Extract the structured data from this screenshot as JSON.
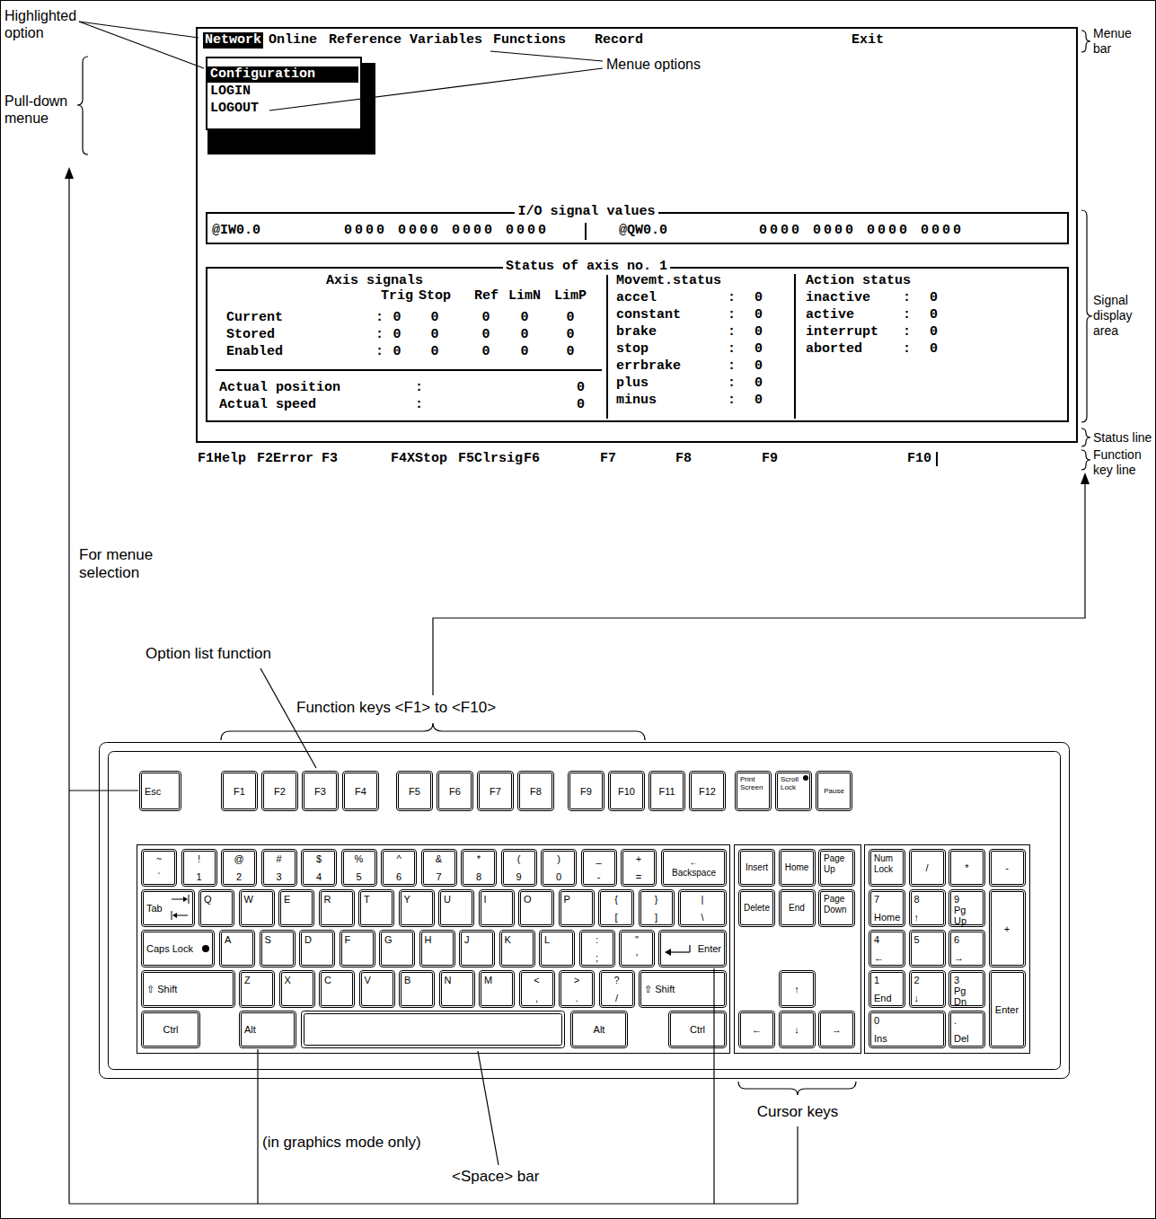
{
  "diagram": {
    "nodes": [
      {
        "text": [
          "Network",
          "Online",
          "Reference",
          "Variables",
          "Functions",
          "Record",
          "Exit"
        ]
      },
      {
        "text": [
          "Configuration",
          "LOGIN",
          "LOGOUT"
        ],
        "in": 0
      },
      {
        "text": [
          "I/O signal values",
          "@IW0.0",
          "0000 0000 0000 0000",
          "@QW0.0",
          "0000 0000 0000 0000"
        ],
        "in": 0
      },
      {
        "text": [
          "Status of axis no. 1",
          "Axis signals",
          "Trig",
          "Stop",
          "Ref",
          "LimN",
          "LimP",
          "Current",
          ":",
          "0",
          "0",
          "0",
          "0",
          "0",
          "Stored",
          ":",
          "0",
          "0",
          "0",
          "0",
          "0",
          "Enabled",
          ":",
          "0",
          "0",
          "0",
          "0",
          "0",
          "Actual position",
          ":",
          "0",
          "Actual speed",
          ":",
          "0",
          "Movemt.status",
          "accel",
          ":",
          "0",
          "constant",
          ":",
          "0",
          "brake",
          ":",
          "0",
          "stop",
          ":",
          "0",
          "errbrake",
          ":",
          "0",
          "plus",
          ":",
          "0",
          "minus",
          ":",
          "0",
          "Action status",
          "inactive",
          ":",
          "0",
          "active",
          ":",
          "0",
          "interrupt",
          ":",
          "0",
          "aborted",
          ":",
          "0"
        ],
        "in": 0
      },
      {
        "text": [
          "Esc"
        ]
      },
      {
        "text": [
          "F1"
        ]
      },
      {
        "text": [
          "F2"
        ]
      },
      {
        "text": [
          "F3"
        ]
      },
      {
        "text": [
          "F4"
        ]
      },
      {
        "text": [
          "F5"
        ]
      },
      {
        "text": [
          "F6"
        ]
      },
      {
        "text": [
          "F7"
        ]
      },
      {
        "text": [
          "F8"
        ]
      },
      {
        "text": [
          "F9"
        ]
      },
      {
        "text": [
          "F10"
        ]
      },
      {
        "text": [
          "F11"
        ]
      },
      {
        "text": [
          "F12"
        ]
      },
      {
        "text": [
          "Print Screen"
        ]
      },
      {
        "text": [
          "Scroll Lock"
        ]
      },
      {
        "text": [
          "Pause"
        ]
      },
      {
        "text": [
          "~",
          "`"
        ]
      },
      {
        "text": [
          "!",
          "1"
        ]
      },
      {
        "text": [
          "@",
          "2"
        ]
      },
      {
        "text": [
          "#",
          "3"
        ]
      },
      {
        "text": [
          "$",
          "4"
        ]
      },
      {
        "text": [
          "%",
          "5"
        ]
      },
      {
        "text": [
          "^",
          "6"
        ]
      },
      {
        "text": [
          "&",
          "7"
        ]
      },
      {
        "text": [
          "*",
          "8"
        ]
      },
      {
        "text": [
          "(",
          "9"
        ]
      },
      {
        "text": [
          ")",
          "0"
        ]
      },
      {
        "text": [
          "_",
          "-"
        ]
      },
      {
        "text": [
          "+",
          "="
        ]
      },
      {
        "text": [
          "← Backspace"
        ]
      },
      {
        "text": [
          "Insert"
        ]
      },
      {
        "text": [
          "Home"
        ]
      },
      {
        "text": [
          "Page Up"
        ]
      },
      {
        "text": [
          "Num Lock"
        ]
      },
      {
        "text": [
          "/"
        ]
      },
      {
        "text": [
          "*"
        ]
      },
      {
        "text": [
          "-"
        ]
      },
      {
        "text": [
          "Tab"
        ]
      },
      {
        "text": [
          "Q"
        ]
      },
      {
        "text": [
          "W"
        ]
      },
      {
        "text": [
          "E"
        ]
      },
      {
        "text": [
          "R"
        ]
      },
      {
        "text": [
          "T"
        ]
      },
      {
        "text": [
          "Y"
        ]
      },
      {
        "text": [
          "U"
        ]
      },
      {
        "text": [
          "I"
        ]
      },
      {
        "text": [
          "O"
        ]
      },
      {
        "text": [
          "P"
        ]
      },
      {
        "text": [
          "{",
          "["
        ]
      },
      {
        "text": [
          "}",
          "]"
        ]
      },
      {
        "text": [
          "|",
          "\\"
        ]
      },
      {
        "text": [
          "Delete"
        ]
      },
      {
        "text": [
          "End"
        ]
      },
      {
        "text": [
          "Page Down"
        ]
      },
      {
        "text": [
          "7",
          "Home"
        ]
      },
      {
        "text": [
          "8",
          "↑"
        ]
      },
      {
        "text": [
          "9",
          "Pg Up"
        ]
      },
      {
        "text": [
          "+"
        ]
      },
      {
        "text": [
          "Caps Lock"
        ]
      },
      {
        "text": [
          "A"
        ]
      },
      {
        "text": [
          "S"
        ]
      },
      {
        "text": [
          "D"
        ]
      },
      {
        "text": [
          "F"
        ]
      },
      {
        "text": [
          "G"
        ]
      },
      {
        "text": [
          "H"
        ]
      },
      {
        "text": [
          "J"
        ]
      },
      {
        "text": [
          "K"
        ]
      },
      {
        "text": [
          "L"
        ]
      },
      {
        "text": [
          ":",
          ";"
        ]
      },
      {
        "text": [
          "\"",
          "'"
        ]
      },
      {
        "text": [
          "Enter"
        ]
      },
      {
        "text": [
          "4",
          "←"
        ]
      },
      {
        "text": [
          "5"
        ]
      },
      {
        "text": [
          "6",
          "→"
        ]
      },
      {
        "text": [
          "⇧ Shift"
        ]
      },
      {
        "text": [
          "Z"
        ]
      },
      {
        "text": [
          "X"
        ]
      },
      {
        "text": [
          "C"
        ]
      },
      {
        "text": [
          "V"
        ]
      },
      {
        "text": [
          "B"
        ]
      },
      {
        "text": [
          "N"
        ]
      },
      {
        "text": [
          "M"
        ]
      },
      {
        "text": [
          "<",
          ","
        ]
      },
      {
        "text": [
          ">",
          "."
        ]
      },
      {
        "text": [
          "?",
          "/"
        ]
      },
      {
        "text": [
          "⇧ Shift"
        ]
      },
      {
        "text": [
          "↑"
        ]
      },
      {
        "text": [
          "1",
          "End"
        ]
      },
      {
        "text": [
          "2",
          "↓"
        ]
      },
      {
        "text": [
          "3",
          "Pg Dn"
        ]
      },
      {
        "text": [
          "Enter"
        ]
      },
      {
        "text": [
          "Ctrl"
        ]
      },
      {
        "text": [
          "Alt"
        ]
      },
      {
        "text": [
          "Alt"
        ]
      },
      {
        "text": [
          "Ctrl"
        ]
      },
      {
        "text": [
          "←"
        ]
      },
      {
        "text": [
          "↓"
        ]
      },
      {
        "text": [
          "→"
        ]
      },
      {
        "text": [
          "0",
          "Ins"
        ]
      },
      {
        "text": [
          ".",
          "Del"
        ]
      }
    ],
    "labels": [
      "Highlighted option",
      "Pull-down menue",
      "Menue options",
      "Menue bar",
      "Signal display area",
      "Status line",
      "Function key line",
      "F1Help",
      "F2Error",
      "F3",
      "F4XStop",
      "F5Clrsig",
      "F6",
      "F7",
      "F8",
      "F9",
      "F10",
      "For menue selection",
      "Option list function",
      "Function keys <F1> to <F10>",
      "(in graphics mode only)",
      "<Space> bar",
      "Cursor keys"
    ]
  }
}
